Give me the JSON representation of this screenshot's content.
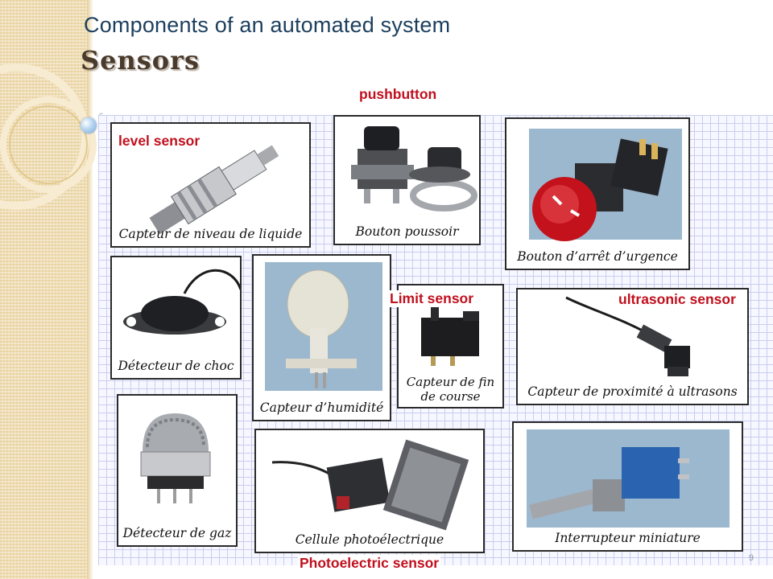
{
  "slide": {
    "title": "Components of an automated system",
    "subtitle": "Sensors",
    "page_number": "9"
  },
  "labels": {
    "pushbutton": "pushbutton",
    "level": "level sensor",
    "limit": "Limit sensor",
    "ultrasonic": "ultrasonic sensor",
    "photoelectric": "Photoelectric sensor"
  },
  "captions": {
    "level": "Capteur de niveau de liquide",
    "pushbutton": "Bouton poussoir",
    "emergency": "Bouton d’arrêt d’urgence",
    "shock": "Détecteur de choc",
    "humidity": "Capteur d’humidité",
    "limit": "Capteur de fin de course",
    "ultrasonic": "Capteur de proximité à ultrasons",
    "gas": "Détecteur de gaz",
    "photo": "Cellule photoélectrique",
    "miniature": "Interrupteur miniature"
  },
  "colors": {
    "title": "#1c3f5e",
    "label": "#c0101e",
    "strip": "#efdcb0"
  }
}
